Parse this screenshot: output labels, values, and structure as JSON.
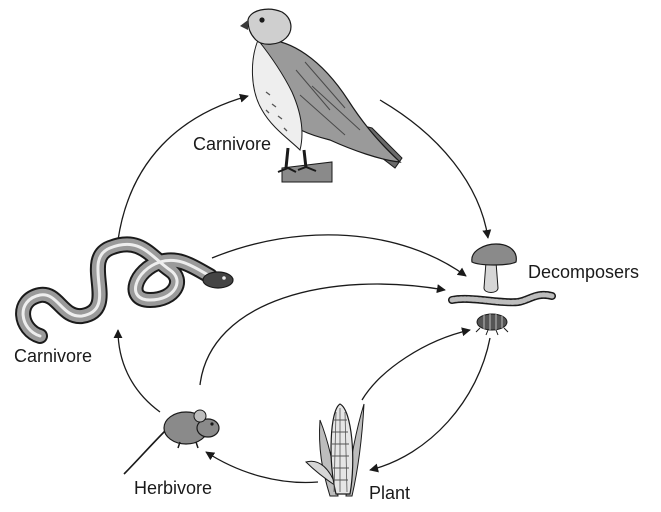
{
  "labels": {
    "hawk": "Carnivore",
    "snake": "Carnivore",
    "decomposers": "Decomposers",
    "herbivore": "Herbivore",
    "plant": "Plant"
  },
  "colors": {
    "ink": "#1a1a1a",
    "dark_gray": "#555555",
    "mid_gray": "#8a8a8a",
    "light_gray": "#bdbdbd",
    "pale_gray": "#e6e6e6"
  },
  "organisms": [
    "hawk-icon",
    "snake-icon",
    "mushroom-icon",
    "worm-icon",
    "pill-bug-icon",
    "mouse-icon",
    "corn-plant-icon"
  ]
}
